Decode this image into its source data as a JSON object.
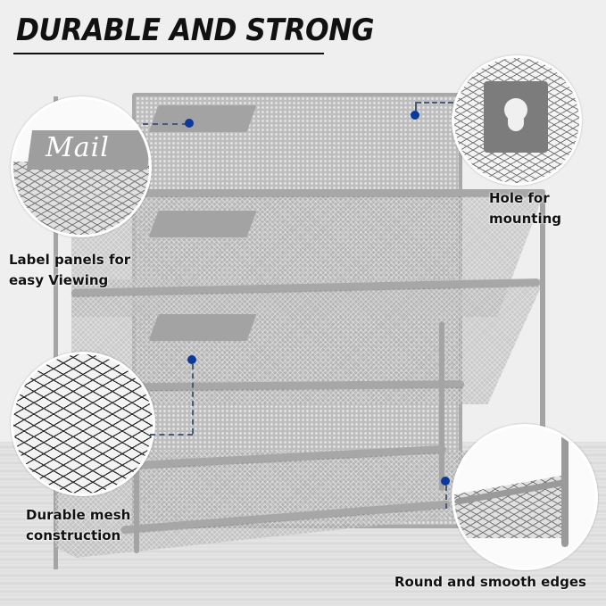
{
  "header": {
    "title": "DURABLE AND STRONG"
  },
  "product": {
    "name": "mesh wall file organizer",
    "color": "#b9b9b9",
    "frame_color": "#a5a5a5"
  },
  "insets": {
    "label_panel": {
      "engraved_text": "Mail"
    }
  },
  "callouts": [
    {
      "id": "label-panels",
      "line1": "Label panels for",
      "line2": "easy Viewing"
    },
    {
      "id": "hole-mounting",
      "line1": "Hole for",
      "line2": "mounting"
    },
    {
      "id": "durable-mesh",
      "line1": "Durable mesh",
      "line2": "construction"
    },
    {
      "id": "round-edges",
      "line1": "Round and smooth edges",
      "line2": ""
    }
  ],
  "colors": {
    "accent_dot": "#0d3a9a",
    "text": "#111111",
    "background": "#efefef"
  }
}
